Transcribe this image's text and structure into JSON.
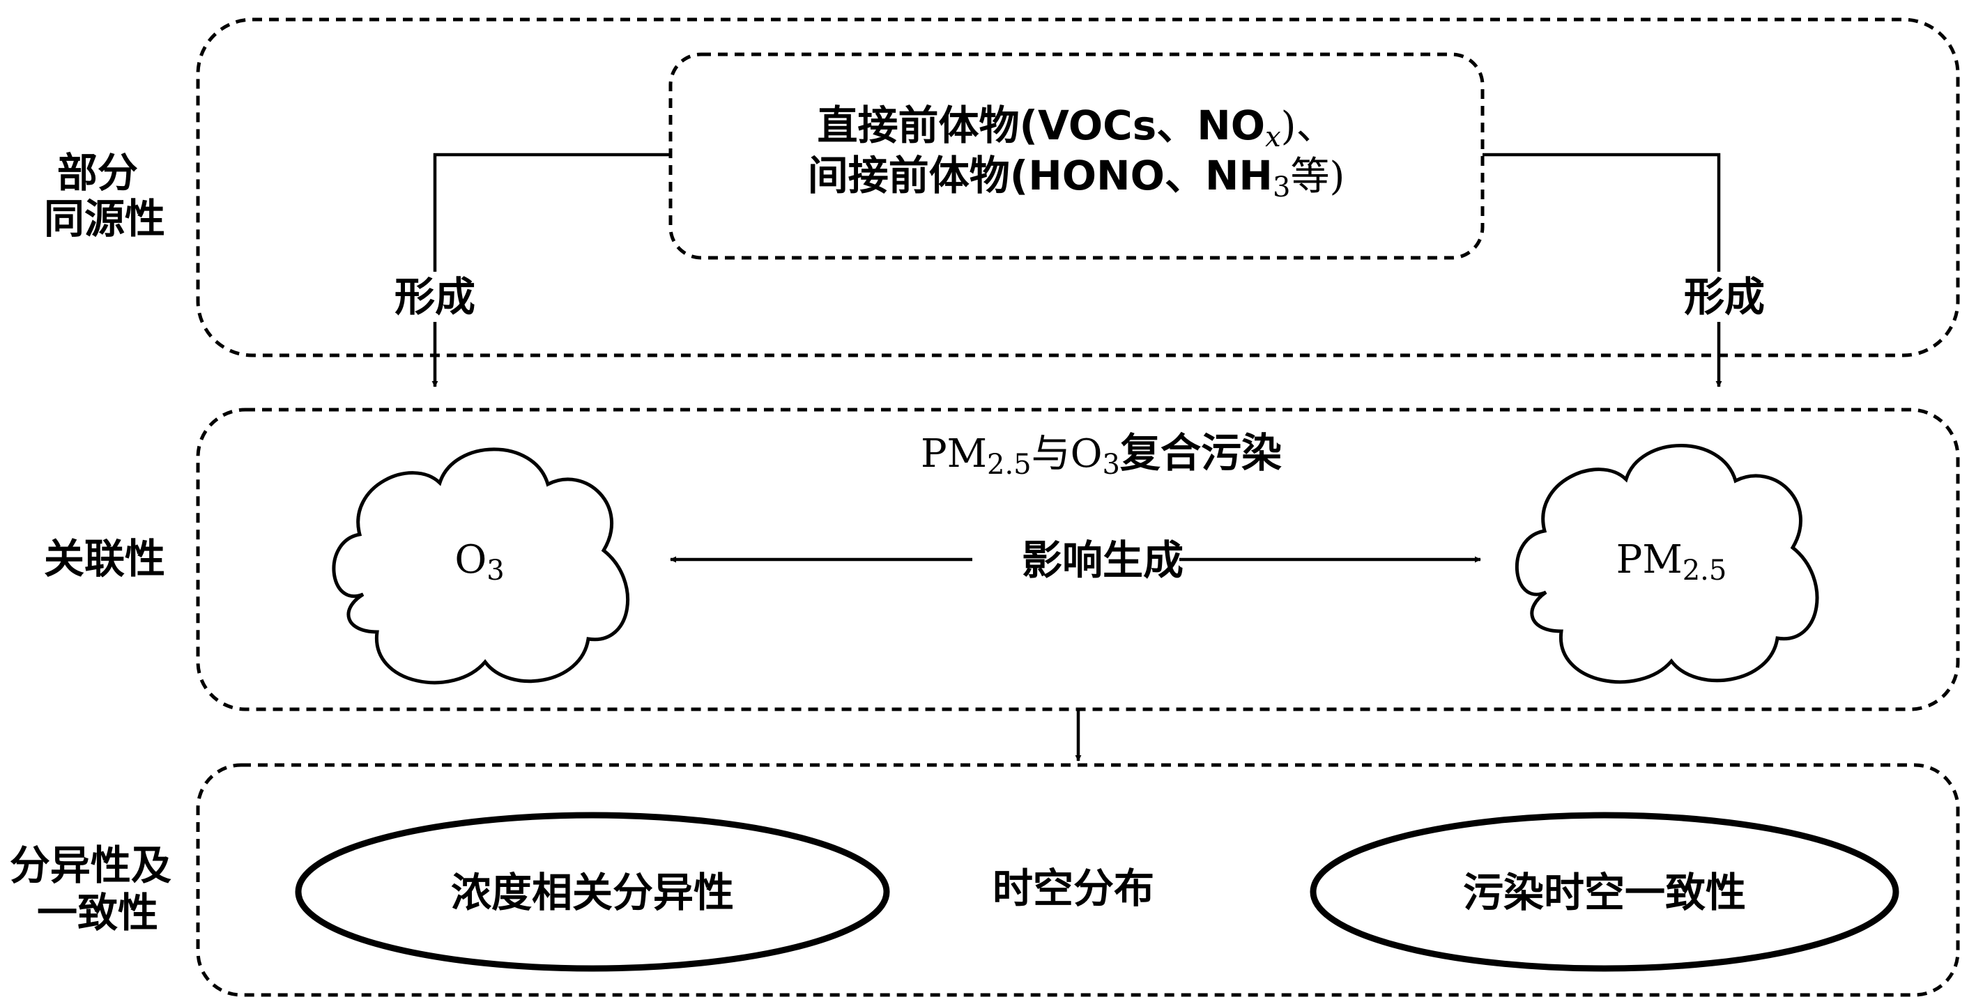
{
  "colors": {
    "stroke": "#000000",
    "background": "#ffffff"
  },
  "side_labels": {
    "source": [
      "部分",
      "同源性"
    ],
    "correlation": "关联性",
    "difference": [
      "分异性及",
      "一致性"
    ]
  },
  "precursors": {
    "line1": {
      "prefix": "直接前体物(VOCs、NO",
      "sub": "x",
      "suffix": ")、"
    },
    "line2": {
      "prefix": "间接前体物(HONO、NH",
      "sub": "3",
      "suffix": "等)"
    }
  },
  "edge_labels": {
    "form_left": "形成",
    "form_right": "形成",
    "influence": "影响生成"
  },
  "pollution": {
    "title": {
      "a": "PM",
      "sub_a": "2.5",
      "b": "与O",
      "sub_b": "3",
      "c": "复合污染"
    },
    "cloud_left": {
      "main": "O",
      "sub": "3"
    },
    "cloud_right": {
      "main": "PM",
      "sub": "2.5"
    }
  },
  "distribution": {
    "left_ellipse": "浓度相关分异性",
    "center": "时空分布",
    "right_ellipse": "污染时空一致性"
  }
}
